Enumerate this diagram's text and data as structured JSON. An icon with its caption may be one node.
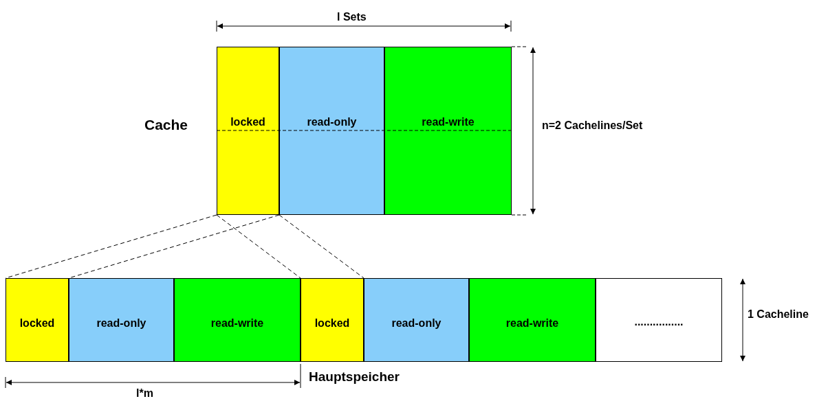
{
  "diagram": {
    "nodes": [
      {
        "text": [
          "locked"
        ]
      },
      {
        "text": [
          "read-only"
        ]
      },
      {
        "text": [
          "read-write"
        ]
      },
      {
        "text": [
          "locked"
        ]
      },
      {
        "text": [
          "read-only"
        ]
      },
      {
        "text": [
          "read-write"
        ]
      },
      {
        "text": [
          "locked"
        ]
      },
      {
        "text": [
          "read-only"
        ]
      },
      {
        "text": [
          "read-write"
        ]
      },
      {
        "text": [
          "................"
        ]
      }
    ],
    "edges": [
      {
        "from": 0,
        "to": 3,
        "arrow": "none",
        "style": "dashed"
      },
      {
        "from": 0,
        "to": 3,
        "arrow": "none",
        "style": "dashed"
      },
      {
        "from": 0,
        "to": 6,
        "arrow": "none",
        "style": "dashed"
      },
      {
        "from": 0,
        "to": 6,
        "arrow": "none",
        "style": "dashed"
      }
    ],
    "labels": [
      "l Sets",
      "Cache",
      "n=2 Cachelines/Set",
      "1 Cacheline",
      "Hauptspeicher",
      "l*m"
    ]
  }
}
